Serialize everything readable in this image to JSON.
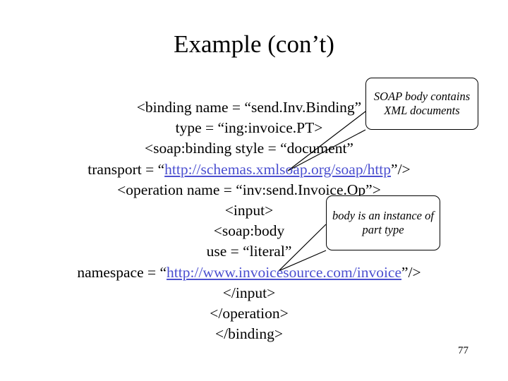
{
  "slide": {
    "title": "Example (con’t)",
    "page_number": "77",
    "code_lines": [
      {
        "parts": [
          {
            "text": "<binding name = “send.Inv.Binding”",
            "type": "plain"
          }
        ]
      },
      {
        "parts": [
          {
            "text": "type = “ing:invoice.PT>",
            "type": "plain"
          }
        ]
      },
      {
        "parts": [
          {
            "text": "<soap:binding style = “document”",
            "type": "plain"
          }
        ]
      },
      {
        "parts": [
          {
            "text": "transport = “",
            "type": "plain"
          },
          {
            "text": "http://schemas.xmlsoap.org/soap/http",
            "type": "url"
          },
          {
            "text": "”/>",
            "type": "plain"
          }
        ]
      },
      {
        "parts": [
          {
            "text": "<operation name = “inv:send.Invoice.Op”>",
            "type": "plain"
          }
        ]
      },
      {
        "parts": [
          {
            "text": "<input>",
            "type": "plain"
          }
        ]
      },
      {
        "parts": [
          {
            "text": "<soap:body",
            "type": "plain"
          }
        ]
      },
      {
        "parts": [
          {
            "text": "use = “literal”",
            "type": "plain"
          }
        ]
      },
      {
        "parts": [
          {
            "text": "namespace = “",
            "type": "plain"
          },
          {
            "text": "http://www.invoicesource.com/invoice",
            "type": "url"
          },
          {
            "text": "”/>",
            "type": "plain"
          }
        ]
      },
      {
        "parts": [
          {
            "text": "</input>",
            "type": "plain"
          }
        ]
      },
      {
        "parts": [
          {
            "text": "</operation>",
            "type": "plain"
          }
        ]
      },
      {
        "parts": [
          {
            "text": "</binding>",
            "type": "plain"
          }
        ]
      }
    ],
    "callouts": [
      {
        "id": "callout-soap-body",
        "text": "SOAP body contains XML documents"
      },
      {
        "id": "callout-part-type",
        "text": "body is an instance of part type"
      }
    ],
    "colors": {
      "url": "#4b4fd0",
      "text": "#000000",
      "background": "#ffffff"
    }
  }
}
